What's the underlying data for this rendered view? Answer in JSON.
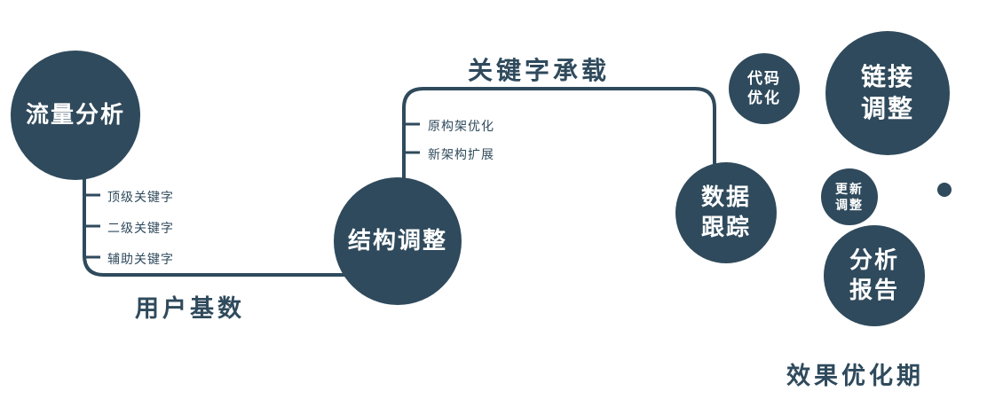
{
  "colors": {
    "primary": "#2f4a5c",
    "node_text": "#ffffff",
    "background": "#ffffff"
  },
  "nodes": {
    "traffic": {
      "label": "流量分析"
    },
    "structure": {
      "label": "结构调整"
    },
    "data_tracking": {
      "line1": "数据",
      "line2": "跟踪"
    },
    "code_opt": {
      "line1": "代码",
      "line2": "优化"
    },
    "link_adjust": {
      "line1": "链接",
      "line2": "调整"
    },
    "update_adjust": {
      "line1": "更新",
      "line2": "调整"
    },
    "analysis_report": {
      "line1": "分析",
      "line2": "报告"
    }
  },
  "edge_labels": {
    "user_base": "用户基数",
    "keyword_carrying": "关键字承载"
  },
  "tick_labels": {
    "traffic_keywords": [
      "顶级关键字",
      "二级关键字",
      "辅助关键字"
    ],
    "structure_items": [
      "原构架优化",
      "新架构扩展"
    ]
  },
  "caption": "效果优化期"
}
